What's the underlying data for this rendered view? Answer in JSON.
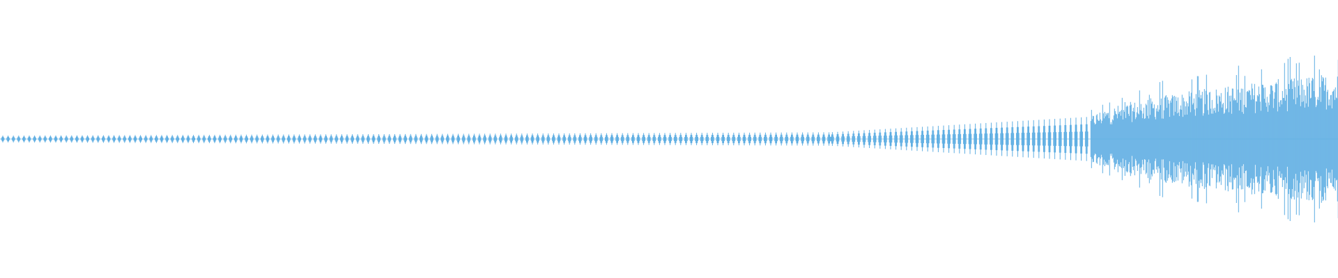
{
  "waveform": {
    "color": "#5DADE2",
    "background": "#FFFFFF",
    "segments": [
      {
        "name": "low-amplitude-pulses",
        "start_fraction": 0.0,
        "end_fraction": 0.62,
        "amplitude_start": 0.03,
        "amplitude_end": 0.06,
        "style": "regular-pulses"
      },
      {
        "name": "medium-amplitude-pulses",
        "start_fraction": 0.62,
        "end_fraction": 0.815,
        "amplitude_start": 0.06,
        "amplitude_end": 0.2,
        "style": "regular-pulses"
      },
      {
        "name": "dense-noise",
        "start_fraction": 0.815,
        "end_fraction": 1.0,
        "amplitude_start": 0.2,
        "amplitude_end": 0.6,
        "style": "dense-noise"
      }
    ]
  }
}
